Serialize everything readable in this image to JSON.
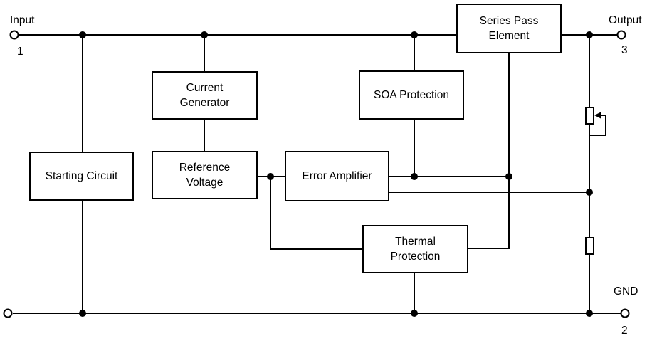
{
  "diagram": {
    "type": "voltage-regulator-block-diagram",
    "colors": {
      "line": "#000000",
      "background": "#ffffff",
      "text": "#000000"
    }
  },
  "terminals": {
    "input": {
      "label": "Input",
      "pin": "1"
    },
    "output": {
      "label": "Output",
      "pin": "3"
    },
    "ground": {
      "label": "GND",
      "pin": "2"
    }
  },
  "blocks": {
    "series_pass": {
      "label": "Series Pass\nElement"
    },
    "current_generator": {
      "label": "Current\nGenerator"
    },
    "soa_protection": {
      "label": "SOA Protection"
    },
    "starting_circuit": {
      "label": "Starting Circuit"
    },
    "reference_voltage": {
      "label": "Reference\nVoltage"
    },
    "error_amplifier": {
      "label": "Error Amplifier"
    },
    "thermal_protection": {
      "label": "Thermal\nProtection"
    }
  }
}
